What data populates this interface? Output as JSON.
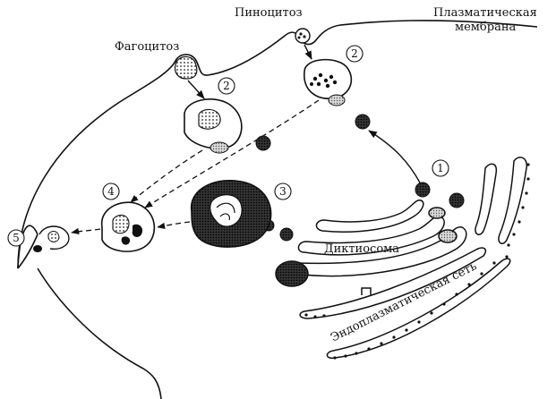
{
  "labels": {
    "pinocytosis": "Пиноцитоз",
    "phagocytosis": "Фагоцитоз",
    "plasma_membrane_line1": "Плазматическая",
    "plasma_membrane_line2": "мембрана",
    "dictyosome": "Диктиосома",
    "er": "Эндоплазматическая сеть"
  },
  "markers": {
    "m1": "1",
    "m2a": "2",
    "m2b": "2",
    "m3": "3",
    "m4": "4",
    "m5": "5"
  }
}
